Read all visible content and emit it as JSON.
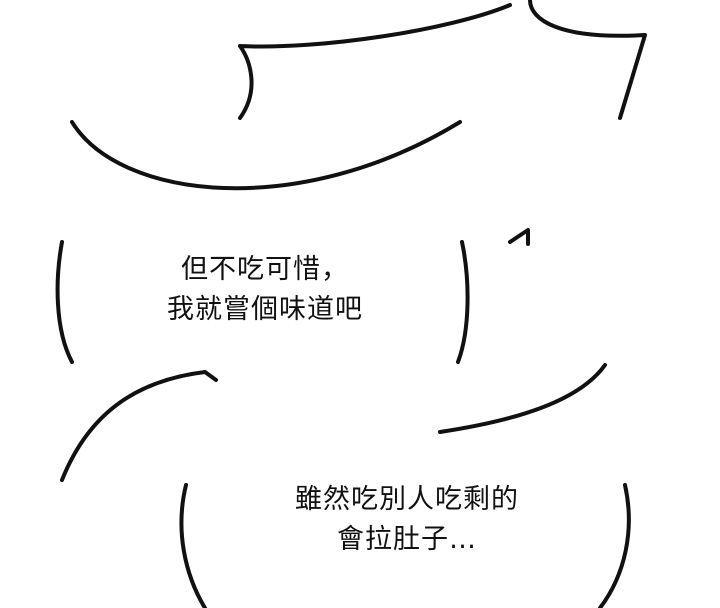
{
  "panel": {
    "background_color": "#ffffff",
    "ink_color": "#111111"
  },
  "bubbles": [
    {
      "lines": [
        "但不吃可惜，",
        "我就嘗個味道吧"
      ]
    },
    {
      "lines": [
        "雖然吃別人吃剩的",
        "會拉肚子…"
      ]
    }
  ]
}
